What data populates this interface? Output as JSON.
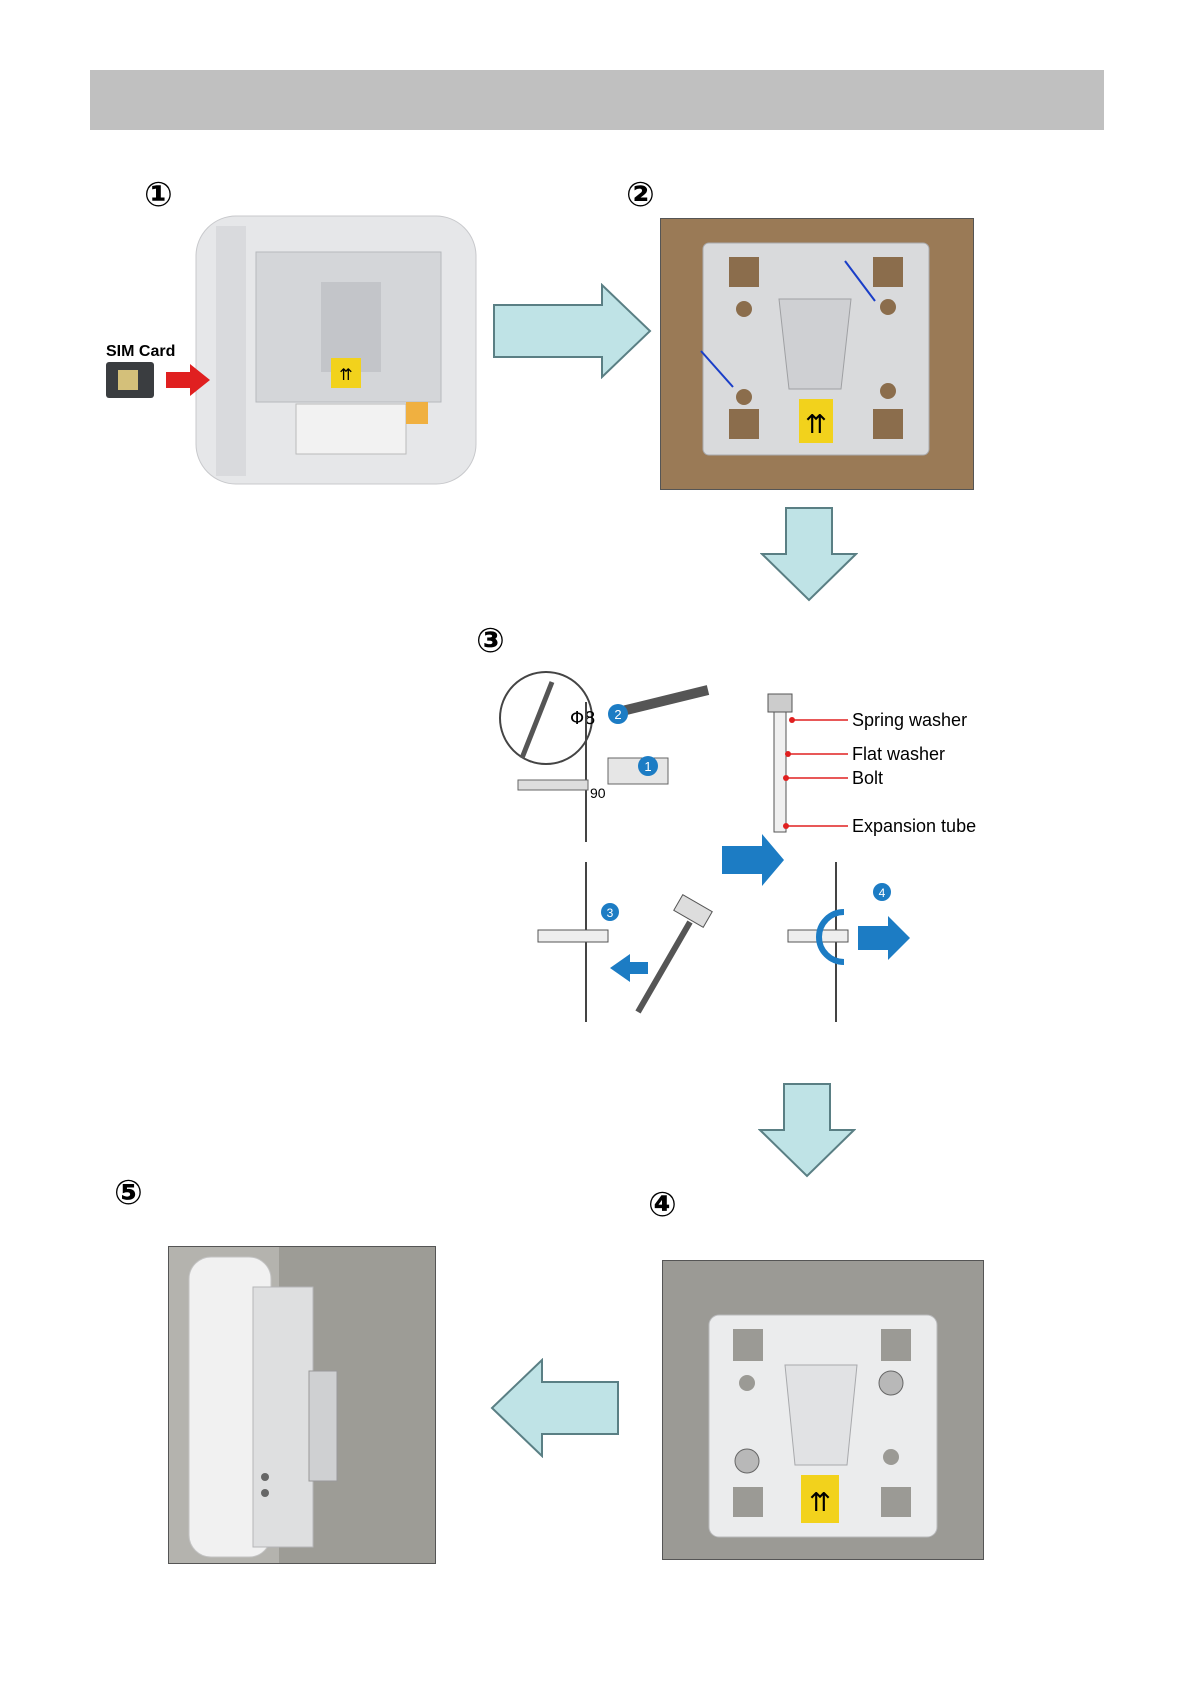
{
  "header": {
    "title": ""
  },
  "steps": [
    {
      "number": "①"
    },
    {
      "number": "②"
    },
    {
      "number": "③"
    },
    {
      "number": "④"
    },
    {
      "number": "⑤"
    }
  ],
  "step1": {
    "sim_label": "SIM Card"
  },
  "step3": {
    "drill_size": "Φ8",
    "angle": "90",
    "callouts": [
      "Spring washer",
      "Flat washer",
      "Bolt",
      "Expansion tube"
    ],
    "badges": [
      "1",
      "2",
      "3",
      "4"
    ]
  },
  "colors": {
    "flow_arrow": "#bfe3e6",
    "flow_arrow_stroke": "#5a7f84",
    "callout_red": "#e02020",
    "badge_blue": "#1c7cc4"
  }
}
